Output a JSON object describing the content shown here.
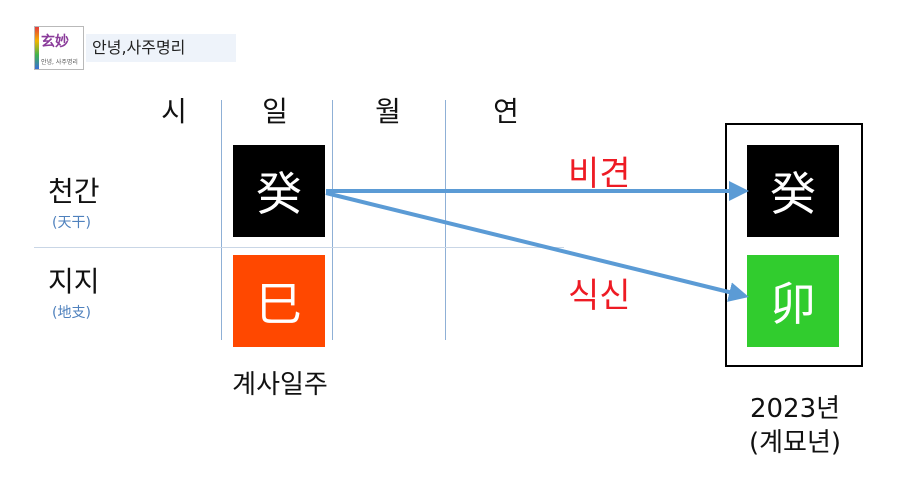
{
  "logo": {
    "main": "玄妙",
    "sub": "안녕, 사주명리"
  },
  "brand": {
    "label": "안녕,사주명리"
  },
  "columns": {
    "hour": "시",
    "day": "일",
    "month": "월",
    "year": "연"
  },
  "rows": {
    "heavenly": {
      "label": "천간",
      "hanja": "(天干)"
    },
    "earthly": {
      "label": "지지",
      "hanja": "(地支)"
    }
  },
  "day_pillar": {
    "stem": {
      "char": "癸",
      "color": "#000000"
    },
    "branch": {
      "char": "巳",
      "color": "#ff4800"
    },
    "caption": "계사일주"
  },
  "year_pillar": {
    "stem": {
      "char": "癸",
      "color": "#000000"
    },
    "branch": {
      "char": "卯",
      "color": "#31cc2e"
    },
    "caption_line1": "2023년",
    "caption_line2": "(계묘년)"
  },
  "relations": {
    "stem": "비견",
    "branch": "식신"
  },
  "colors": {
    "arrow": "#5b9bd5",
    "relation_text": "#ee1b24",
    "hanja_text": "#4f81bd"
  }
}
